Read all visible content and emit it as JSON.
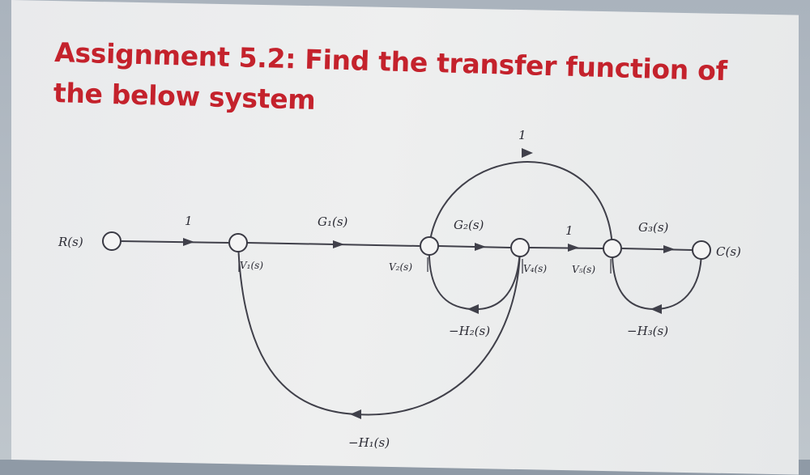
{
  "title": {
    "line1": "Assignment  5.2: Find the transfer function of",
    "line2": "the below system"
  },
  "colors": {
    "title": "#c4222c",
    "ink": "#2a2a33",
    "page": "#ececed"
  },
  "nodes": {
    "R": "R(s)",
    "V1": "V₁(s)",
    "V2": "V₂(s)",
    "V4": "V₄(s)",
    "V5": "V₅(s)",
    "C": "C(s)"
  },
  "gains": {
    "R_to_V1": "1",
    "G1": "G₁(s)",
    "G2": "G₂(s)",
    "V4_to_V5": "1",
    "G3": "G₃(s)",
    "feedforward": "1",
    "H1": "−H₁(s)",
    "H2": "−H₂(s)",
    "H3": "−H₃(s)"
  }
}
